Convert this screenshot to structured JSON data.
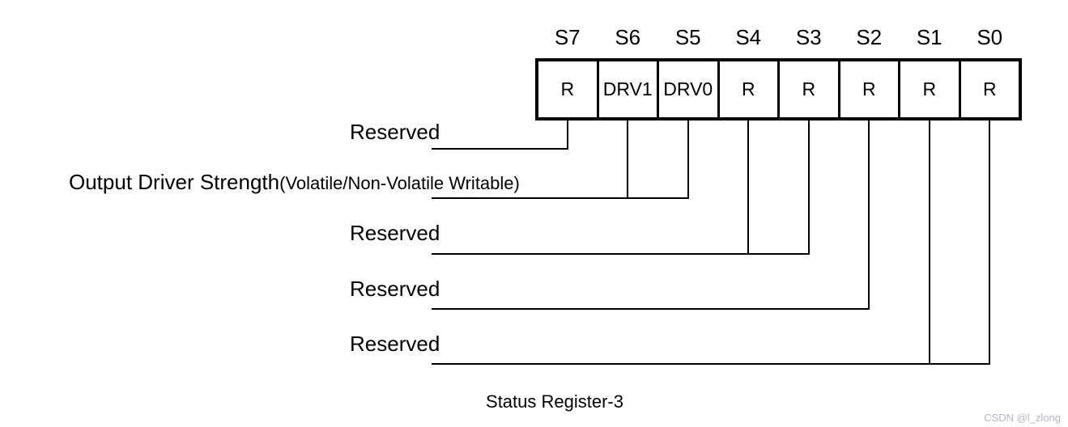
{
  "title": "Status Register-3",
  "watermark": "CSDN @l_zlong",
  "colors": {
    "line": "#000000",
    "background": "#ffffff",
    "watermark_text": "#b6b6c2"
  },
  "register": {
    "bits": [
      {
        "position": "S7",
        "name": "R"
      },
      {
        "position": "S6",
        "name": "DRV1"
      },
      {
        "position": "S5",
        "name": "DRV0"
      },
      {
        "position": "S4",
        "name": "R"
      },
      {
        "position": "S3",
        "name": "R"
      },
      {
        "position": "S2",
        "name": "R"
      },
      {
        "position": "S1",
        "name": "R"
      },
      {
        "position": "S0",
        "name": "R"
      }
    ]
  },
  "annotations": [
    {
      "label": "Reserved",
      "suffix": "",
      "bits": [
        "S7"
      ]
    },
    {
      "label": "Output Driver Strength",
      "suffix": "(Volatile/Non-Volatile Writable)",
      "bits": [
        "S6",
        "S5"
      ]
    },
    {
      "label": "Reserved",
      "suffix": "",
      "bits": [
        "S4",
        "S3"
      ]
    },
    {
      "label": "Reserved",
      "suffix": "",
      "bits": [
        "S2"
      ]
    },
    {
      "label": "Reserved",
      "suffix": "",
      "bits": [
        "S1",
        "S0"
      ]
    }
  ]
}
